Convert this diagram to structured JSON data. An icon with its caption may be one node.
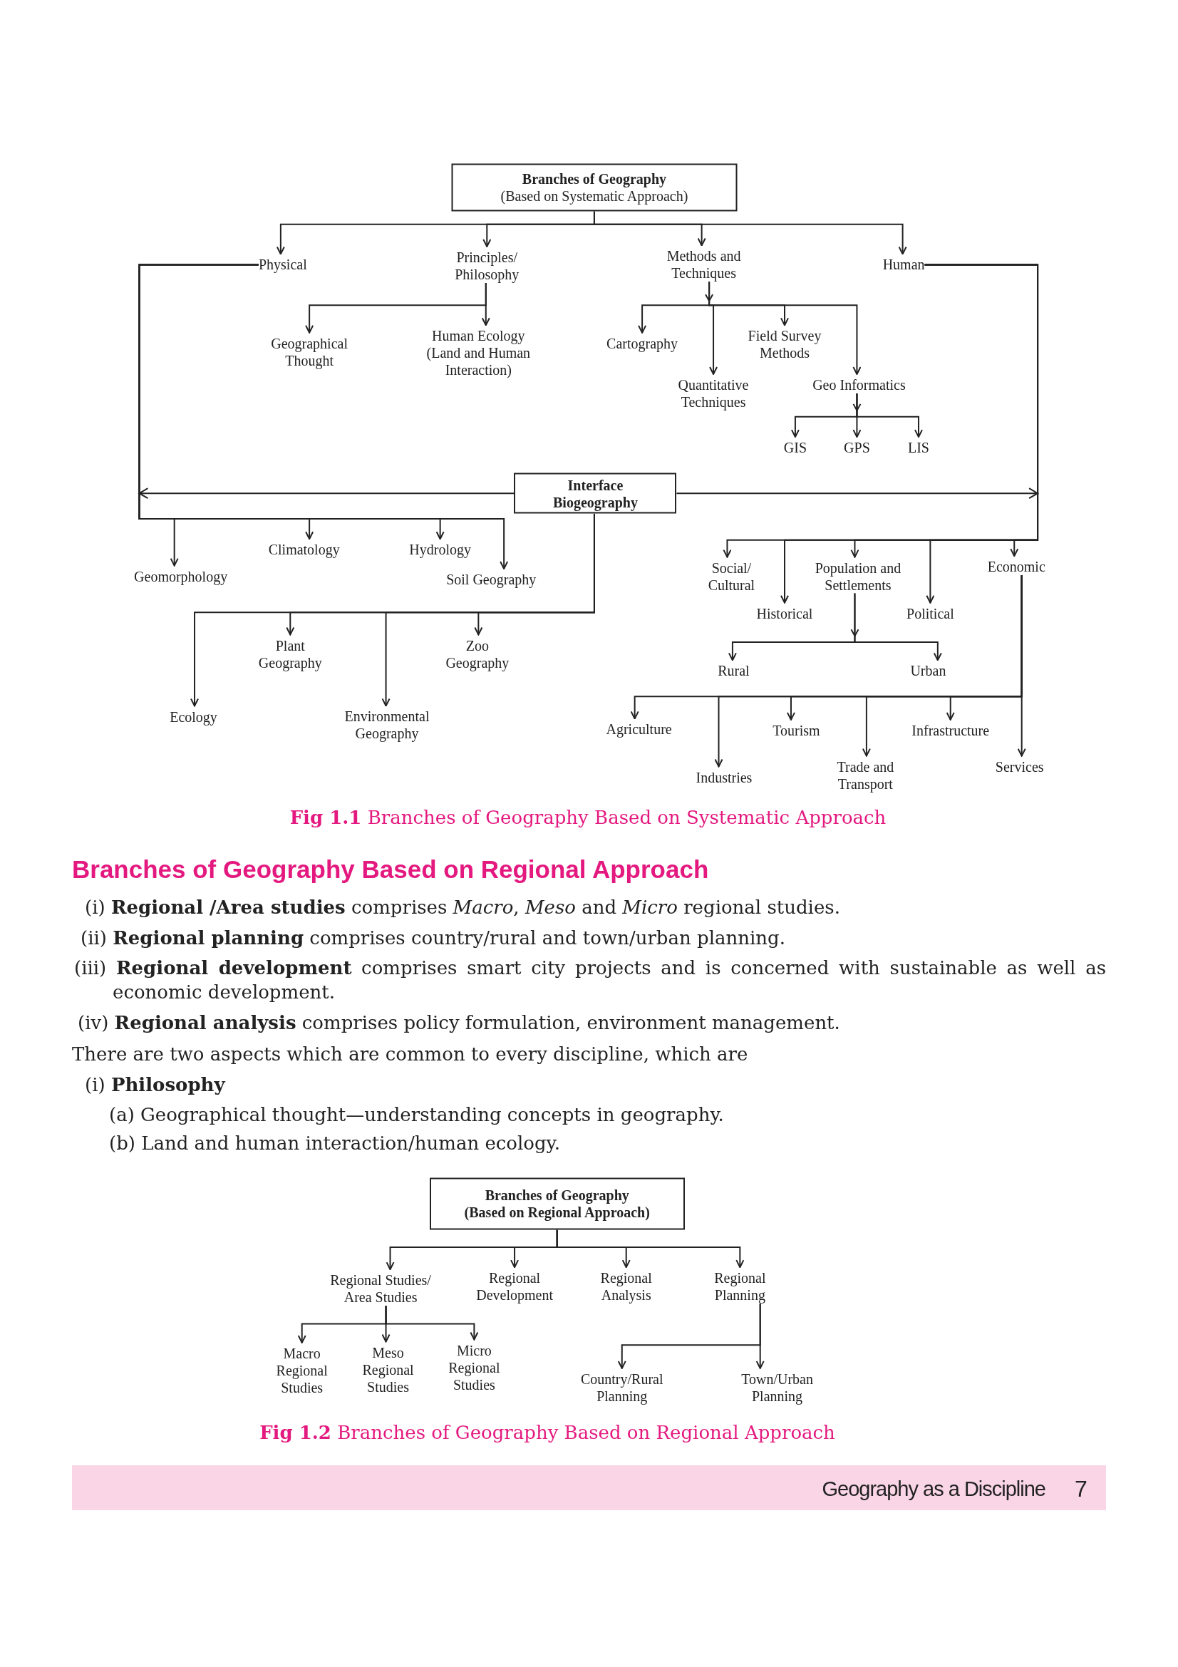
{
  "diagram": {
    "caption": "**Fig 1.1** Branches of Geography Based on Systematic Approach",
    "nodes": [
      {
        "text": [
          "Branches of Geography",
          "(Based on Systematic Approach)"
        ]
      },
      {
        "text": [
          "Physical"
        ]
      },
      {
        "text": [
          "Principles/ Philosophy"
        ]
      },
      {
        "text": [
          "Methods and Techniques"
        ]
      },
      {
        "text": [
          "Human"
        ]
      },
      {
        "text": [
          "Geographical Thought"
        ]
      },
      {
        "text": [
          "Human Ecology (Land and Human Interaction)"
        ]
      },
      {
        "text": [
          "Cartography"
        ]
      },
      {
        "text": [
          "Field Survey Methods"
        ]
      },
      {
        "text": [
          "Quantitative Techniques"
        ]
      },
      {
        "text": [
          "Geo Informatics"
        ]
      },
      {
        "text": [
          "GIS"
        ]
      },
      {
        "text": [
          "GPS"
        ]
      },
      {
        "text": [
          "LIS"
        ]
      },
      {
        "text": [
          "Interface Biogeography"
        ]
      },
      {
        "text": [
          "Geomorphology"
        ]
      },
      {
        "text": [
          "Climatology"
        ]
      },
      {
        "text": [
          "Hydrology"
        ]
      },
      {
        "text": [
          "Soil Geography"
        ]
      },
      {
        "text": [
          "Plant Geography"
        ]
      },
      {
        "text": [
          "Zoo Geography"
        ]
      },
      {
        "text": [
          "Ecology"
        ]
      },
      {
        "text": [
          "Environmental Geography"
        ]
      },
      {
        "text": [
          "Social/ Cultural"
        ]
      },
      {
        "text": [
          "Population and Settlements"
        ]
      },
      {
        "text": [
          "Economic"
        ]
      },
      {
        "text": [
          "Historical"
        ]
      },
      {
        "text": [
          "Political"
        ]
      },
      {
        "text": [
          "Rural"
        ]
      },
      {
        "text": [
          "Urban"
        ]
      },
      {
        "text": [
          "Agriculture"
        ]
      },
      {
        "text": [
          "Tourism"
        ]
      },
      {
        "text": [
          "Infrastructure"
        ]
      },
      {
        "text": [
          "Industries"
        ]
      },
      {
        "text": [
          "Trade and Transport"
        ]
      },
      {
        "text": [
          "Services"
        ]
      },
      {
        "text": [
          "Branches of Geography",
          "(Based on Regional Approach)"
        ]
      },
      {
        "text": [
          "Regional Studies/ Area Studies"
        ]
      },
      {
        "text": [
          "Regional Development"
        ]
      },
      {
        "text": [
          "Regional Analysis"
        ]
      },
      {
        "text": [
          "Regional Planning"
        ]
      },
      {
        "text": [
          "Macro Regional Studies"
        ]
      },
      {
        "text": [
          "Meso Regional Studies"
        ]
      },
      {
        "text": [
          "Micro Regional Studies"
        ]
      },
      {
        "text": [
          "Country/Rural Planning"
        ]
      },
      {
        "text": [
          "Town/Urban Planning"
        ]
      }
    ],
    "edges": [
      {
        "from": 0,
        "to": 1,
        "arrow": "to"
      },
      {
        "from": 0,
        "to": 2,
        "arrow": "to"
      },
      {
        "from": 0,
        "to": 3,
        "arrow": "to"
      },
      {
        "from": 0,
        "to": 4,
        "arrow": "to"
      },
      {
        "from": 2,
        "to": 5,
        "arrow": "to"
      },
      {
        "from": 2,
        "to": 6,
        "arrow": "to"
      },
      {
        "from": 3,
        "to": 7,
        "arrow": "to"
      },
      {
        "from": 3,
        "to": 9,
        "arrow": "to"
      },
      {
        "from": 3,
        "to": 8,
        "arrow": "to"
      },
      {
        "from": 3,
        "to": 10,
        "arrow": "to"
      },
      {
        "from": 10,
        "to": 11,
        "arrow": "to"
      },
      {
        "from": 10,
        "to": 12,
        "arrow": "to"
      },
      {
        "from": 10,
        "to": 13,
        "arrow": "to"
      },
      {
        "from": 14,
        "to": null,
        "arrow": "to"
      },
      {
        "from": 14,
        "to": null,
        "arrow": "to"
      },
      {
        "from": 1,
        "to": 15,
        "arrow": "to"
      },
      {
        "from": 1,
        "to": 16,
        "arrow": "to"
      },
      {
        "from": 1,
        "to": 17,
        "arrow": "to"
      },
      {
        "from": 1,
        "to": 18,
        "arrow": "to"
      },
      {
        "from": 14,
        "to": 21,
        "arrow": "to"
      },
      {
        "from": 14,
        "to": 19,
        "arrow": "to"
      },
      {
        "from": 14,
        "to": 22,
        "arrow": "to"
      },
      {
        "from": 14,
        "to": 20,
        "arrow": "to"
      },
      {
        "from": 4,
        "to": 23,
        "arrow": "to"
      },
      {
        "from": 4,
        "to": 26,
        "arrow": "to"
      },
      {
        "from": 4,
        "to": 24,
        "arrow": "to"
      },
      {
        "from": 4,
        "to": 27,
        "arrow": "to"
      },
      {
        "from": 4,
        "to": 25,
        "arrow": "to"
      },
      {
        "from": 24,
        "to": 28,
        "arrow": "to"
      },
      {
        "from": 24,
        "to": 29,
        "arrow": "to"
      },
      {
        "from": 25,
        "to": 30,
        "arrow": "to"
      },
      {
        "from": 25,
        "to": 33,
        "arrow": "to"
      },
      {
        "from": 25,
        "to": 31,
        "arrow": "to"
      },
      {
        "from": 25,
        "to": 34,
        "arrow": "to"
      },
      {
        "from": 25,
        "to": 32,
        "arrow": "to"
      },
      {
        "from": 25,
        "to": 35,
        "arrow": "to"
      },
      {
        "from": 36,
        "to": 37,
        "arrow": "to"
      },
      {
        "from": 36,
        "to": 38,
        "arrow": "to"
      },
      {
        "from": 36,
        "to": 39,
        "arrow": "to"
      },
      {
        "from": 36,
        "to": 40,
        "arrow": "to"
      },
      {
        "from": 37,
        "to": 41,
        "arrow": "to"
      },
      {
        "from": 37,
        "to": 42,
        "arrow": "to"
      },
      {
        "from": 37,
        "to": 43,
        "arrow": "to"
      },
      {
        "from": 40,
        "to": 44,
        "arrow": "to"
      },
      {
        "from": 40,
        "to": 45,
        "arrow": "to"
      }
    ],
    "labels": [
      "Branches of Geography Based on Regional Approach",
      "(i) **Regional /Area studies** comprises *Macro*, *Meso* and *Micro* regional studies.",
      "(ii) **Regional planning** comprises country/rural and town/urban planning.",
      "(iii) **Regional development** comprises smart city projects and is concerned with sustainable as well as economic development.",
      "(iv) **Regional analysis** comprises policy formulation, environment management.",
      "There are two aspects which are common to every discipline, which are",
      "(i) **Philosophy**",
      "(a) Geographical thought—understanding concepts in geography.",
      "(b) Land and human interaction/human ecology.",
      "**Fig 1.2** Branches of Geography Based on Regional Approach",
      "Geography as a Discipline",
      "7"
    ]
  }
}
